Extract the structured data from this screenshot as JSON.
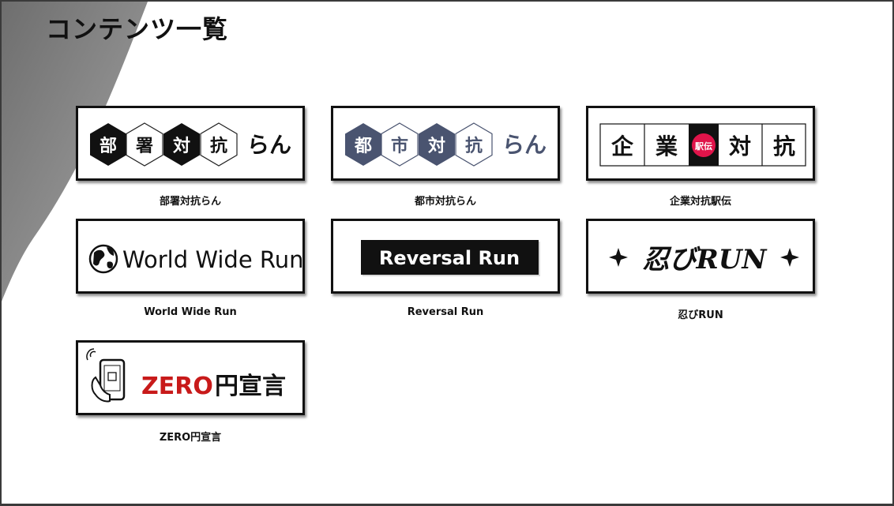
{
  "page": {
    "title": "コンテンツ一覧"
  },
  "contents": [
    {
      "caption": "部署対抗らん",
      "logo_chars": [
        "部",
        "署",
        "対",
        "抗"
      ],
      "logo_suffix": "らん"
    },
    {
      "caption": "都市対抗らん",
      "logo_chars": [
        "都",
        "市",
        "対",
        "抗"
      ],
      "logo_suffix": "らん"
    },
    {
      "caption": "企業対抗駅伝",
      "logo_chars": [
        "企",
        "業",
        "対",
        "抗"
      ],
      "logo_badge": "駅伝"
    },
    {
      "caption": "World Wide Run",
      "logo_text": "World Wide Run"
    },
    {
      "caption": "Reversal Run",
      "logo_text": "Reversal Run"
    },
    {
      "caption": "忍びRUN",
      "logo_text": "忍びRUN"
    },
    {
      "caption": "ZERO円宣言",
      "logo_text_red": "ZERO",
      "logo_text_black": "円宣言"
    }
  ],
  "colors": {
    "accent_red": "#e0144a",
    "slate": "#4a5470",
    "brand_red": "#c81a1a",
    "swoosh_gray": "#8a8a8a"
  }
}
